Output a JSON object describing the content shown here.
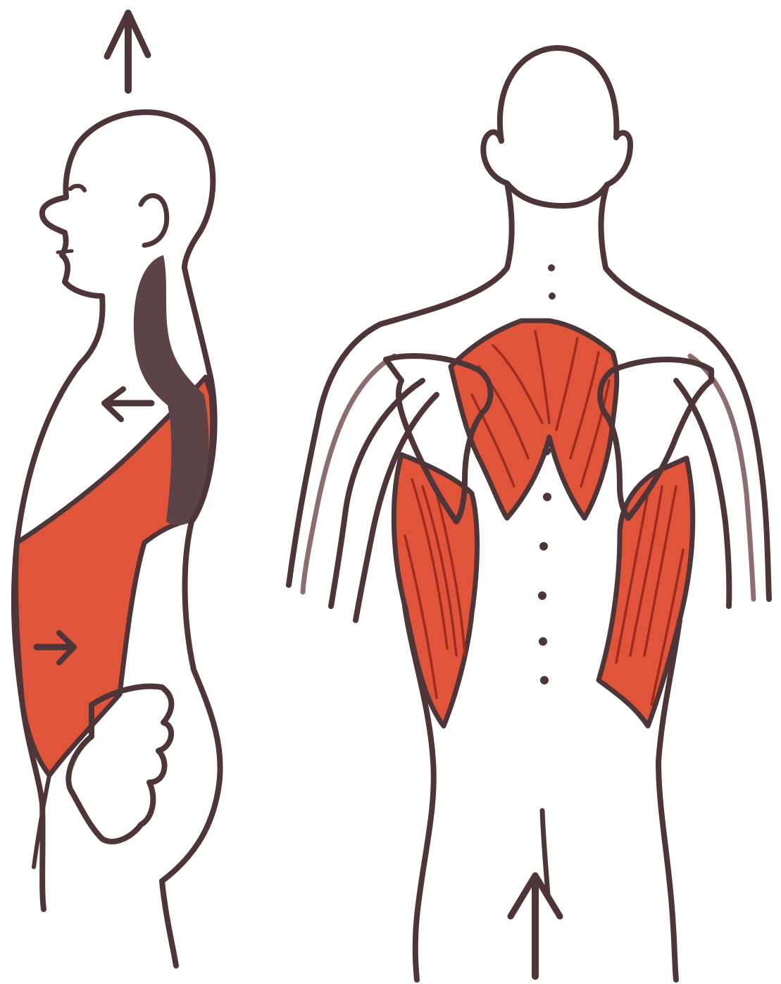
{
  "colors": {
    "background": "#ffffff",
    "ink": "#4e3538",
    "ink_soft": "#8d6e70",
    "shade": "#5c4345",
    "muscle": "#e0553a",
    "muscle_dark": "#9c2c1f"
  },
  "figures": [
    {
      "view": "side",
      "arrows": [
        "up-arrow",
        "left-arrow",
        "right-arrow"
      ]
    },
    {
      "view": "back",
      "arrows": [
        "up-arrow"
      ]
    }
  ]
}
